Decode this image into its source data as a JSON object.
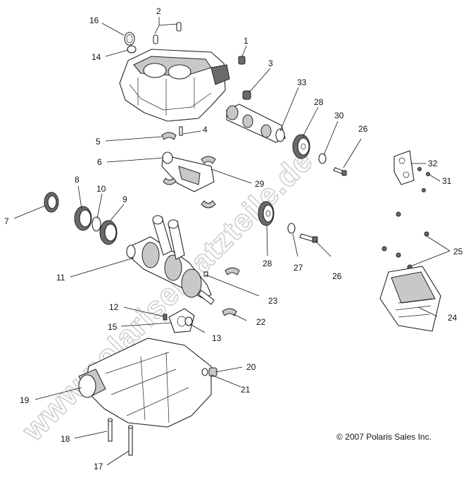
{
  "watermark": "www.polarisersatzteile.de",
  "copyright": "© 2007 Polaris Sales Inc.",
  "callouts": {
    "c16": "16",
    "c2": "2",
    "c1": "1",
    "c14": "14",
    "c3": "3",
    "c33": "33",
    "c28a": "28",
    "c30": "30",
    "c26a": "26",
    "c32": "32",
    "c31": "31",
    "c5": "5",
    "c4": "4",
    "c6": "6",
    "c29": "29",
    "c8": "8",
    "c10": "10",
    "c9": "9",
    "c7": "7",
    "c28b": "28",
    "c27": "27",
    "c26b": "26",
    "c25": "25",
    "c11": "11",
    "c23": "23",
    "c24": "24",
    "c12": "12",
    "c15": "15",
    "c13": "13",
    "c22": "22",
    "c20": "20",
    "c21": "21",
    "c19": "19",
    "c18": "18",
    "c17": "17"
  }
}
